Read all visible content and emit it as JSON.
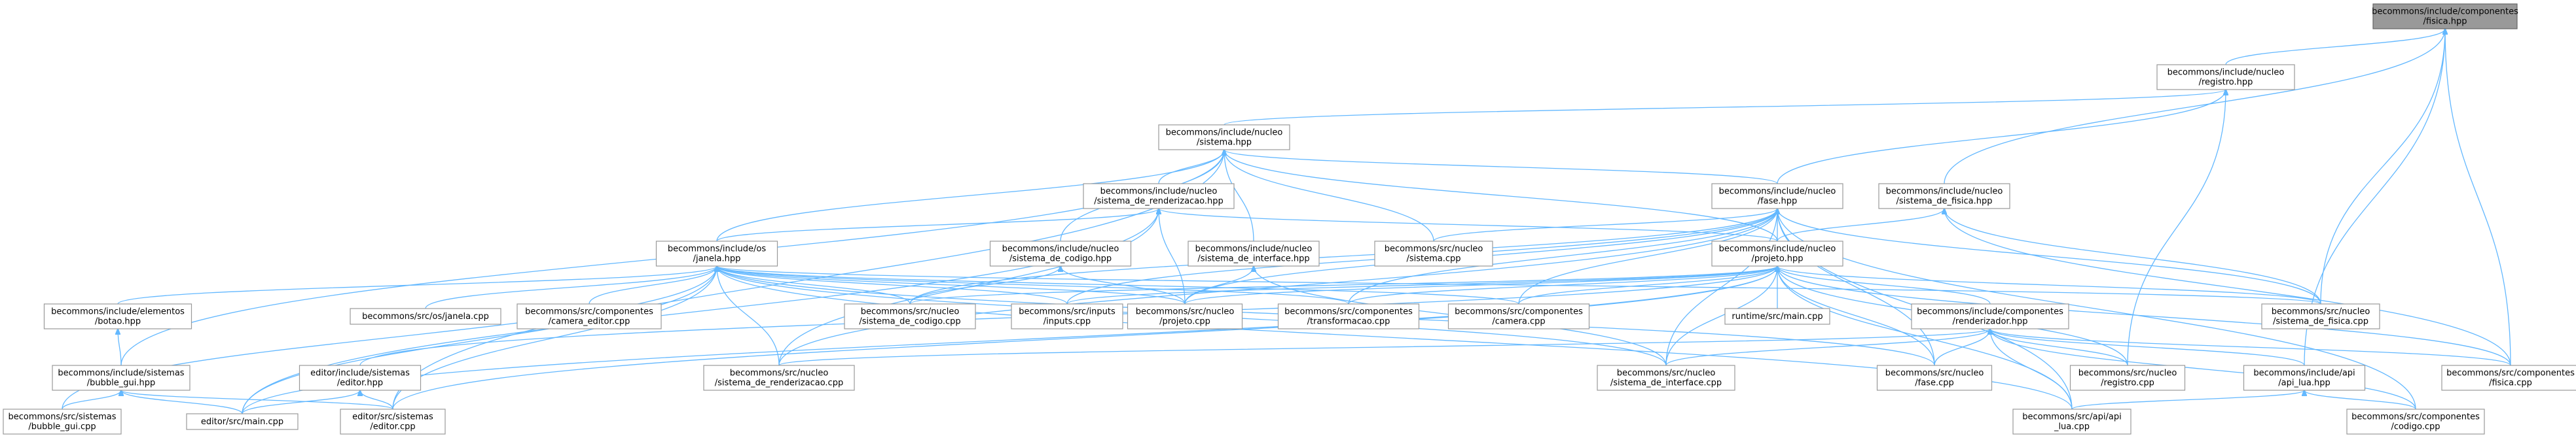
{
  "colors": {
    "edge": "#63b8ff",
    "node_border": "#999999",
    "root_fill": "#999999",
    "background": "#ffffff"
  },
  "nodes": [
    {
      "id": "root",
      "lines": [
        "becommons/include/componentes",
        "/fisica.hpp"
      ]
    },
    {
      "id": "registro_hpp",
      "lines": [
        "becommons/include/nucleo",
        "/registro.hpp"
      ]
    },
    {
      "id": "sistema_hpp",
      "lines": [
        "becommons/include/nucleo",
        "/sistema.hpp"
      ]
    },
    {
      "id": "fase_hpp",
      "lines": [
        "becommons/include/nucleo",
        "/fase.hpp"
      ]
    },
    {
      "id": "sistema_fisica_hpp",
      "lines": [
        "becommons/include/nucleo",
        "/sistema_de_fisica.hpp"
      ]
    },
    {
      "id": "sistema_renderizacao_hpp",
      "lines": [
        "becommons/include/nucleo",
        "/sistema_de_renderizacao.hpp"
      ]
    },
    {
      "id": "janela_hpp",
      "lines": [
        "becommons/include/os",
        "/janela.hpp"
      ]
    },
    {
      "id": "sistema_codigo_hpp",
      "lines": [
        "becommons/include/nucleo",
        "/sistema_de_codigo.hpp"
      ]
    },
    {
      "id": "sistema_interface_hpp",
      "lines": [
        "becommons/include/nucleo",
        "/sistema_de_interface.hpp"
      ]
    },
    {
      "id": "sistema_cpp",
      "lines": [
        "becommons/src/nucleo",
        "/sistema.cpp"
      ]
    },
    {
      "id": "projeto_hpp",
      "lines": [
        "becommons/include/nucleo",
        "/projeto.hpp"
      ]
    },
    {
      "id": "botao_hpp",
      "lines": [
        "becommons/include/elementos",
        "/botao.hpp"
      ]
    },
    {
      "id": "janela_cpp",
      "lines": [
        "becommons/src/os/janela.cpp"
      ]
    },
    {
      "id": "camera_editor_cpp",
      "lines": [
        "becommons/src/componentes",
        "/camera_editor.cpp"
      ]
    },
    {
      "id": "sistema_codigo_cpp",
      "lines": [
        "becommons/src/nucleo",
        "/sistema_de_codigo.cpp"
      ]
    },
    {
      "id": "inputs_cpp",
      "lines": [
        "becommons/src/inputs",
        "/inputs.cpp"
      ]
    },
    {
      "id": "projeto_cpp",
      "lines": [
        "becommons/src/nucleo",
        "/projeto.cpp"
      ]
    },
    {
      "id": "transformacao_cpp",
      "lines": [
        "becommons/src/componentes",
        "/transformacao.cpp"
      ]
    },
    {
      "id": "camera_cpp",
      "lines": [
        "becommons/src/componentes",
        "/camera.cpp"
      ]
    },
    {
      "id": "runtime_main_cpp",
      "lines": [
        "runtime/src/main.cpp"
      ]
    },
    {
      "id": "renderizador_hpp",
      "lines": [
        "becommons/include/componentes",
        "/renderizador.hpp"
      ]
    },
    {
      "id": "sistema_fisica_cpp",
      "lines": [
        "becommons/src/nucleo",
        "/sistema_de_fisica.cpp"
      ]
    },
    {
      "id": "bubble_gui_hpp",
      "lines": [
        "becommons/include/sistemas",
        "/bubble_gui.hpp"
      ]
    },
    {
      "id": "editor_hpp",
      "lines": [
        "editor/include/sistemas",
        "/editor.hpp"
      ]
    },
    {
      "id": "sistema_renderizacao_cpp",
      "lines": [
        "becommons/src/nucleo",
        "/sistema_de_renderizacao.cpp"
      ]
    },
    {
      "id": "sistema_interface_cpp",
      "lines": [
        "becommons/src/nucleo",
        "/sistema_de_interface.cpp"
      ]
    },
    {
      "id": "fase_cpp",
      "lines": [
        "becommons/src/nucleo",
        "/fase.cpp"
      ]
    },
    {
      "id": "registro_cpp",
      "lines": [
        "becommons/src/nucleo",
        "/registro.cpp"
      ]
    },
    {
      "id": "api_lua_hpp",
      "lines": [
        "becommons/include/api",
        "/api_lua.hpp"
      ]
    },
    {
      "id": "fisica_cpp",
      "lines": [
        "becommons/src/componentes",
        "/fisica.cpp"
      ]
    },
    {
      "id": "bubble_gui_cpp",
      "lines": [
        "becommons/src/sistemas",
        "/bubble_gui.cpp"
      ]
    },
    {
      "id": "editor_main_cpp",
      "lines": [
        "editor/src/main.cpp"
      ]
    },
    {
      "id": "editor_cpp",
      "lines": [
        "editor/src/sistemas",
        "/editor.cpp"
      ]
    },
    {
      "id": "api_lua_cpp",
      "lines": [
        "becommons/src/api/api",
        "_lua.cpp"
      ]
    },
    {
      "id": "codigo_cpp",
      "lines": [
        "becommons/src/componentes",
        "/codigo.cpp"
      ]
    }
  ],
  "edges": [
    [
      "registro_hpp",
      "root"
    ],
    [
      "sistema_fisica_cpp",
      "root"
    ],
    [
      "api_lua_hpp",
      "root"
    ],
    [
      "fisica_cpp",
      "root"
    ],
    [
      "sistema_fisica_hpp",
      "root"
    ],
    [
      "sistema_hpp",
      "registro_hpp"
    ],
    [
      "fase_hpp",
      "registro_hpp"
    ],
    [
      "registro_cpp",
      "registro_hpp"
    ],
    [
      "janela_hpp",
      "sistema_hpp"
    ],
    [
      "sistema_renderizacao_hpp",
      "sistema_hpp"
    ],
    [
      "sistema_codigo_hpp",
      "sistema_hpp"
    ],
    [
      "sistema_interface_hpp",
      "sistema_hpp"
    ],
    [
      "sistema_cpp",
      "sistema_hpp"
    ],
    [
      "projeto_hpp",
      "sistema_hpp"
    ],
    [
      "fase_hpp",
      "sistema_hpp"
    ],
    [
      "bubble_gui_hpp",
      "sistema_hpp"
    ],
    [
      "editor_cpp",
      "sistema_hpp"
    ],
    [
      "projeto_hpp",
      "fase_hpp"
    ],
    [
      "sistema_cpp",
      "fase_hpp"
    ],
    [
      "sistema_codigo_cpp",
      "fase_hpp"
    ],
    [
      "inputs_cpp",
      "fase_hpp"
    ],
    [
      "projeto_cpp",
      "fase_hpp"
    ],
    [
      "transformacao_cpp",
      "fase_hpp"
    ],
    [
      "camera_cpp",
      "fase_hpp"
    ],
    [
      "sistema_interface_cpp",
      "fase_hpp"
    ],
    [
      "fase_cpp",
      "fase_hpp"
    ],
    [
      "sistema_fisica_cpp",
      "fase_hpp"
    ],
    [
      "api_lua_cpp",
      "fase_hpp"
    ],
    [
      "codigo_cpp",
      "fase_hpp"
    ],
    [
      "sistema_renderizacao_cpp",
      "fase_hpp"
    ],
    [
      "projeto_hpp",
      "sistema_fisica_hpp"
    ],
    [
      "sistema_fisica_cpp",
      "sistema_fisica_hpp"
    ],
    [
      "fisica_cpp",
      "sistema_fisica_hpp"
    ],
    [
      "janela_hpp",
      "sistema_renderizacao_hpp"
    ],
    [
      "projeto_hpp",
      "sistema_renderizacao_hpp"
    ],
    [
      "projeto_cpp",
      "sistema_renderizacao_hpp"
    ],
    [
      "sistema_renderizacao_cpp",
      "sistema_renderizacao_hpp"
    ],
    [
      "editor_main_cpp",
      "sistema_renderizacao_hpp"
    ],
    [
      "sistema_codigo_cpp",
      "sistema_codigo_hpp"
    ],
    [
      "projeto_cpp",
      "sistema_codigo_hpp"
    ],
    [
      "projeto_cpp",
      "sistema_interface_hpp"
    ],
    [
      "sistema_interface_cpp",
      "sistema_interface_hpp"
    ],
    [
      "botao_hpp",
      "janela_hpp"
    ],
    [
      "janela_cpp",
      "janela_hpp"
    ],
    [
      "camera_editor_cpp",
      "janela_hpp"
    ],
    [
      "sistema_codigo_cpp",
      "janela_hpp"
    ],
    [
      "inputs_cpp",
      "janela_hpp"
    ],
    [
      "projeto_cpp",
      "janela_hpp"
    ],
    [
      "transformacao_cpp",
      "janela_hpp"
    ],
    [
      "camera_cpp",
      "janela_hpp"
    ],
    [
      "sistema_fisica_cpp",
      "janela_hpp"
    ],
    [
      "sistema_renderizacao_cpp",
      "janela_hpp"
    ],
    [
      "sistema_interface_cpp",
      "janela_hpp"
    ],
    [
      "fase_cpp",
      "janela_hpp"
    ],
    [
      "editor_main_cpp",
      "janela_hpp"
    ],
    [
      "editor_cpp",
      "janela_hpp"
    ],
    [
      "bubble_gui_cpp",
      "janela_hpp"
    ],
    [
      "api_lua_cpp",
      "janela_hpp"
    ],
    [
      "sistema_codigo_cpp",
      "projeto_hpp"
    ],
    [
      "inputs_cpp",
      "projeto_hpp"
    ],
    [
      "projeto_cpp",
      "projeto_hpp"
    ],
    [
      "transformacao_cpp",
      "projeto_hpp"
    ],
    [
      "camera_cpp",
      "projeto_hpp"
    ],
    [
      "runtime_main_cpp",
      "projeto_hpp"
    ],
    [
      "renderizador_hpp",
      "projeto_hpp"
    ],
    [
      "sistema_fisica_cpp",
      "projeto_hpp"
    ],
    [
      "editor_hpp",
      "projeto_hpp"
    ],
    [
      "sistema_interface_cpp",
      "projeto_hpp"
    ],
    [
      "fase_cpp",
      "projeto_hpp"
    ],
    [
      "registro_cpp",
      "projeto_hpp"
    ],
    [
      "fisica_cpp",
      "projeto_hpp"
    ],
    [
      "api_lua_cpp",
      "projeto_hpp"
    ],
    [
      "editor_main_cpp",
      "projeto_hpp"
    ],
    [
      "editor_cpp",
      "projeto_hpp"
    ],
    [
      "sistema_renderizacao_cpp",
      "renderizador_hpp"
    ],
    [
      "sistema_interface_cpp",
      "renderizador_hpp"
    ],
    [
      "fase_cpp",
      "renderizador_hpp"
    ],
    [
      "registro_cpp",
      "renderizador_hpp"
    ],
    [
      "api_lua_hpp",
      "renderizador_hpp"
    ],
    [
      "fisica_cpp",
      "renderizador_hpp"
    ],
    [
      "api_lua_cpp",
      "renderizador_hpp"
    ],
    [
      "codigo_cpp",
      "renderizador_hpp"
    ],
    [
      "bubble_gui_hpp",
      "botao_hpp"
    ],
    [
      "bubble_gui_cpp",
      "bubble_gui_hpp"
    ],
    [
      "editor_main_cpp",
      "bubble_gui_hpp"
    ],
    [
      "editor_cpp",
      "bubble_gui_hpp"
    ],
    [
      "editor_main_cpp",
      "editor_hpp"
    ],
    [
      "editor_cpp",
      "editor_hpp"
    ],
    [
      "api_lua_cpp",
      "api_lua_hpp"
    ],
    [
      "codigo_cpp",
      "api_lua_hpp"
    ]
  ]
}
